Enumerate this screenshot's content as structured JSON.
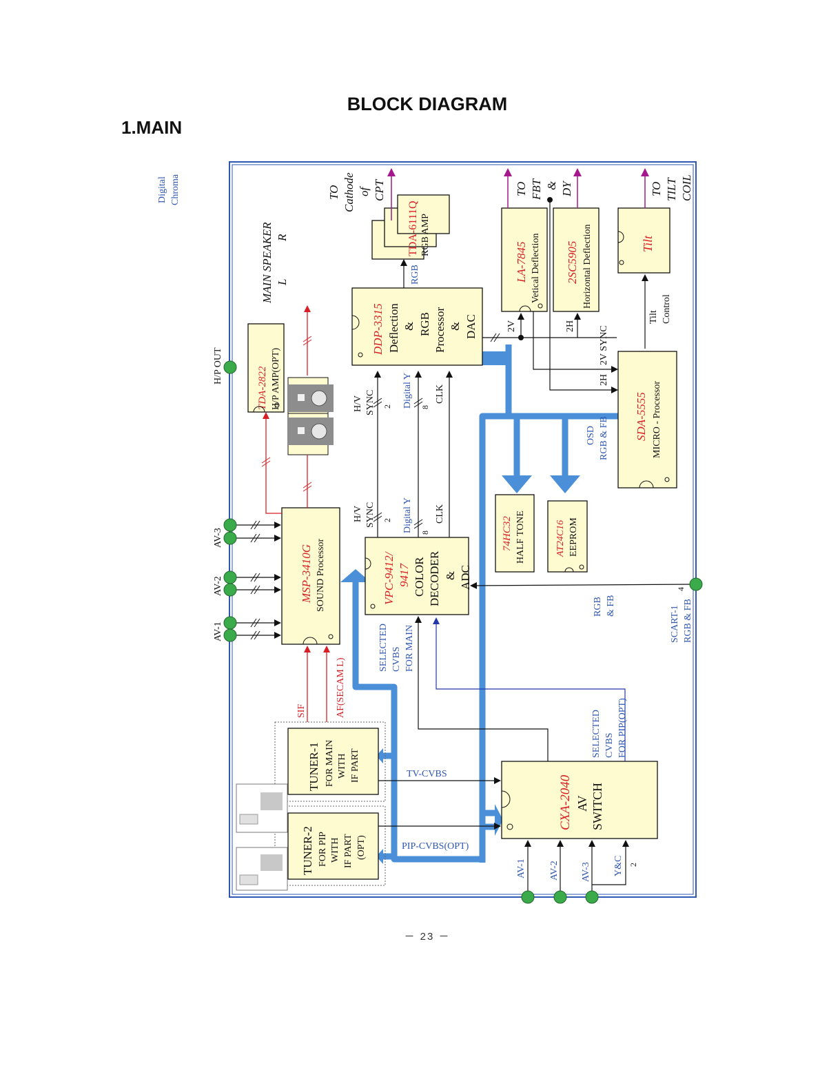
{
  "page_title": "BLOCK DIAGRAM",
  "section_title": "1.MAIN",
  "page_number": "－ 23 －",
  "colors": {
    "block_fill": "#fffbd0",
    "bus": "#4a8fd8",
    "red_line": "#d81f26",
    "blue_text": "#2e56b3",
    "connector": "#3aaa4a",
    "magenta_arrow": "#a4178d"
  },
  "labels": {
    "digital": "Digital",
    "chroma": "Chroma",
    "to_cathode": "TO",
    "cathode": "Cathode",
    "of": "of",
    "cpt": "CPT",
    "main_speaker": "MAIN SPEAKER",
    "speaker_l": "L",
    "speaker_r": "R",
    "hp_out": "H/P OUT",
    "to_fbt_1": "TO",
    "to_fbt_2": "FBT",
    "to_fbt_3": "&",
    "to_fbt_4": "DY",
    "to_tilt_1": "TO",
    "to_tilt_2": "TILT",
    "to_tilt_3": "COIL",
    "rgb_small": "RGB",
    "hv_sync_1": "H/V",
    "sync_1": "SYNC",
    "two_1": "2",
    "digital_y_1": "Digital Y",
    "eight_1": "8",
    "clk_1": "CLK",
    "hv_sync_2": "H/V",
    "sync_2": "SYNC",
    "two_2": "2",
    "digital_y_2": "Digital Y",
    "eight_2": "8",
    "clk_2": "CLK",
    "twov": "2V",
    "twoh": "2H",
    "twov_sync": "2V SYNC",
    "twoh_2": "2H",
    "tilt_ctrl_1": "Tilt",
    "tilt_ctrl_2": "Control",
    "osd_1": "OSD",
    "osd_2": "RGB & FB",
    "av3": "AV-3",
    "av2": "AV-2",
    "av1": "AV-1",
    "selected_cvbs_main_1": "SELECTED",
    "selected_cvbs_main_2": "CVBS",
    "selected_cvbs_main_3": "FOR MAIN",
    "rgb_fb_1": "RGB",
    "rgb_fb_2": "& FB",
    "scart_1": "SCART-1",
    "scart_2": "RGB & FB",
    "four": "4",
    "sif": "SIF",
    "af_secam": "AF(SECAM L)",
    "tv_cvbs": "TV-CVBS",
    "pip_cvbs": "PIP-CVBS(OPT)",
    "selected_cvbs_pip_1": "SELECTED",
    "selected_cvbs_pip_2": "CVBS",
    "selected_cvbs_pip_3": "FOR PIP(OPT)",
    "bot_av1": "AV-1",
    "bot_av2": "AV-2",
    "bot_av3": "AV-3",
    "bot_yc": "Y&C",
    "bot_two": "2"
  },
  "blocks": {
    "tda2822": {
      "part": "TDA-2822",
      "desc": "H/P AMP(OPT)"
    },
    "tda6111": {
      "part": "TDA-6111Q",
      "desc": "RGB AMP"
    },
    "ddp3315": {
      "part": "DDP-3315",
      "l1": "Deflection",
      "l2": "&",
      "l3": "RGB",
      "l4": "Processor",
      "l5": "&",
      "l6": "DAC"
    },
    "la7845": {
      "part": "LA-7845",
      "desc": "Vetical Deflection"
    },
    "c2sc5905": {
      "part": "2SC5905",
      "desc": "Horizontal Deflection"
    },
    "tilt": {
      "part": "Tilt"
    },
    "sda5555": {
      "part": "SDA-5555",
      "desc": "MICRO - Processor"
    },
    "hc74": {
      "part": "74HC32",
      "desc": "HALF TONE"
    },
    "at24": {
      "part": "AT24C16",
      "desc": "EEPROM"
    },
    "vpc": {
      "part1": "VPC-9412/",
      "part2": "9417",
      "l1": "COLOR",
      "l2": "DECODER",
      "l3": "&",
      "l4": "ADC"
    },
    "msp": {
      "part": "MSP-3410G",
      "desc": "SOUND Processor"
    },
    "tuner1": {
      "l1": "TUNER-1",
      "l2": "FOR MAIN",
      "l3": "WITH",
      "l4": "IF PART"
    },
    "tuner2": {
      "l1": "TUNER-2",
      "l2": "FOR PIP",
      "l3": "WITH",
      "l4": "IF PART",
      "l5": "(OPT)"
    },
    "cxa": {
      "part": "CXA-2040",
      "l1": "AV",
      "l2": "SWITCH"
    }
  }
}
